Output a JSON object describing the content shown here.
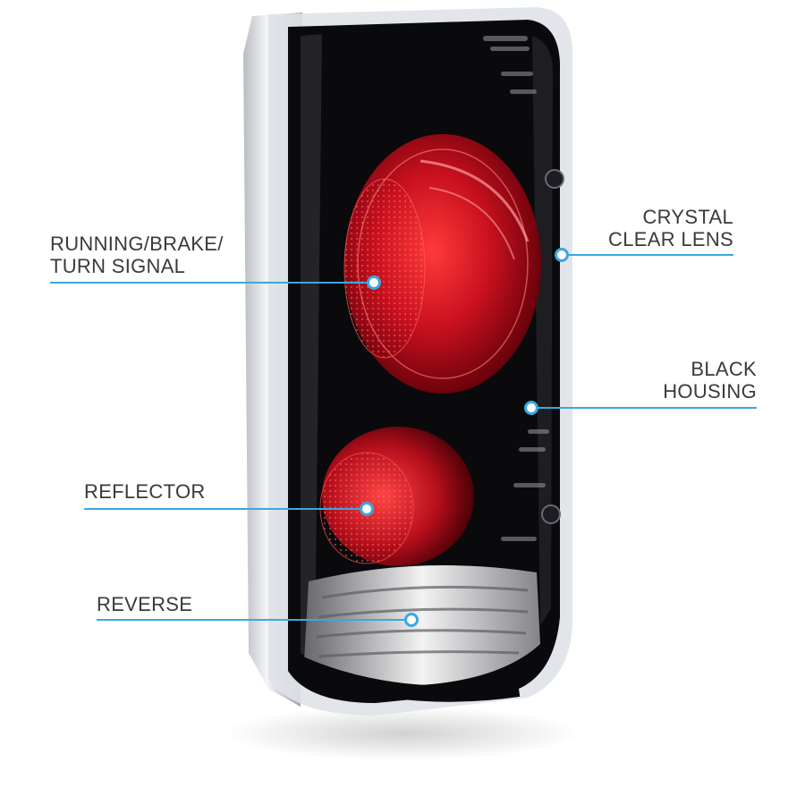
{
  "colors": {
    "callout_line": "#3aa8e0",
    "callout_text": "#3a3a3a",
    "housing": "#0a0a0c",
    "lens_red": "#c8101e",
    "chrome": "#e8e8ea"
  },
  "product": {
    "name_icon": "tail-light-assembly-illustration"
  },
  "callouts": {
    "running_brake": {
      "label": "RUNNING/BRAKE/\nTURN SIGNAL"
    },
    "crystal_lens": {
      "label": "CRYSTAL\nCLEAR LENS"
    },
    "black_housing": {
      "label": "BLACK\nHOUSING"
    },
    "reflector": {
      "label": "REFLECTOR"
    },
    "reverse": {
      "label": "REVERSE"
    }
  }
}
